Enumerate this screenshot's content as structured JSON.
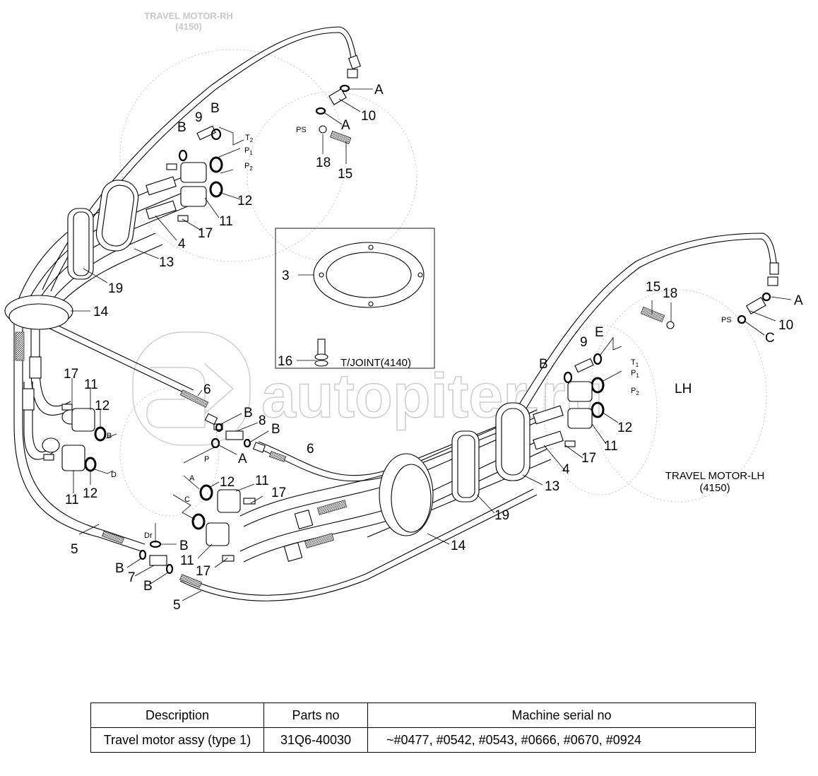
{
  "diagram": {
    "title_rh": "TRAVEL MOTOR-RH",
    "code_rh": "(4150)",
    "title_lh": "TRAVEL MOTOR-LH",
    "code_lh": "(4150)",
    "lh_mark": "LH",
    "tjoint_label": "T/JOINT(4140)",
    "watermark": "autopiter.ru",
    "callouts": {
      "rh": {
        "A1": "A",
        "A2": "A",
        "n10": "10",
        "B1": "B",
        "B2": "B",
        "n9": "9",
        "PS": "PS",
        "T2": "T",
        "T2sub": "2",
        "P1": "P",
        "P1sub": "1",
        "P2": "P",
        "P2sub": "2",
        "n18": "18",
        "n15": "15",
        "n12": "12",
        "n11": "11",
        "n17": "17",
        "n4": "4",
        "n13": "13",
        "n19": "19",
        "n14": "14"
      },
      "tjoint": {
        "n3": "3",
        "n16": "16"
      },
      "lh": {
        "n15": "15",
        "n18": "18",
        "A": "A",
        "n10": "10",
        "PS": "PS",
        "C": "C",
        "E": "E",
        "n9": "9",
        "B": "B",
        "T1": "T",
        "T1sub": "1",
        "P1": "P",
        "P1sub": "1",
        "P2": "P",
        "P2sub": "2",
        "n12": "12",
        "n11": "11",
        "n17": "17",
        "n4": "4",
        "n13": "13",
        "n19": "19",
        "n14": "14"
      },
      "center": {
        "n17a": "17",
        "n11a": "11",
        "n12a": "12",
        "Bsm": "B",
        "n12b": "12",
        "Dsm": "D",
        "n11b": "11",
        "n6a": "6",
        "B1": "B",
        "n8": "8",
        "B2": "B",
        "Psm": "P",
        "A": "A",
        "n6b": "6",
        "Asm": "A",
        "n12c": "12",
        "n11c": "11",
        "n17c": "17",
        "Csm": "C",
        "Dr": "Dr",
        "B3": "B",
        "n11d": "11",
        "n17d": "17",
        "n5a": "5",
        "B4": "B",
        "n7": "7",
        "B5": "B",
        "n5b": "5"
      }
    }
  },
  "parts_table": {
    "headers": [
      "Description",
      "Parts no",
      "Machine serial no"
    ],
    "rows": [
      {
        "description": "Travel motor assy (type 1)",
        "parts_no": "31Q6-40030",
        "serial_no": "~#0477, #0542, #0543, #0666, #0670, #0924"
      }
    ]
  }
}
